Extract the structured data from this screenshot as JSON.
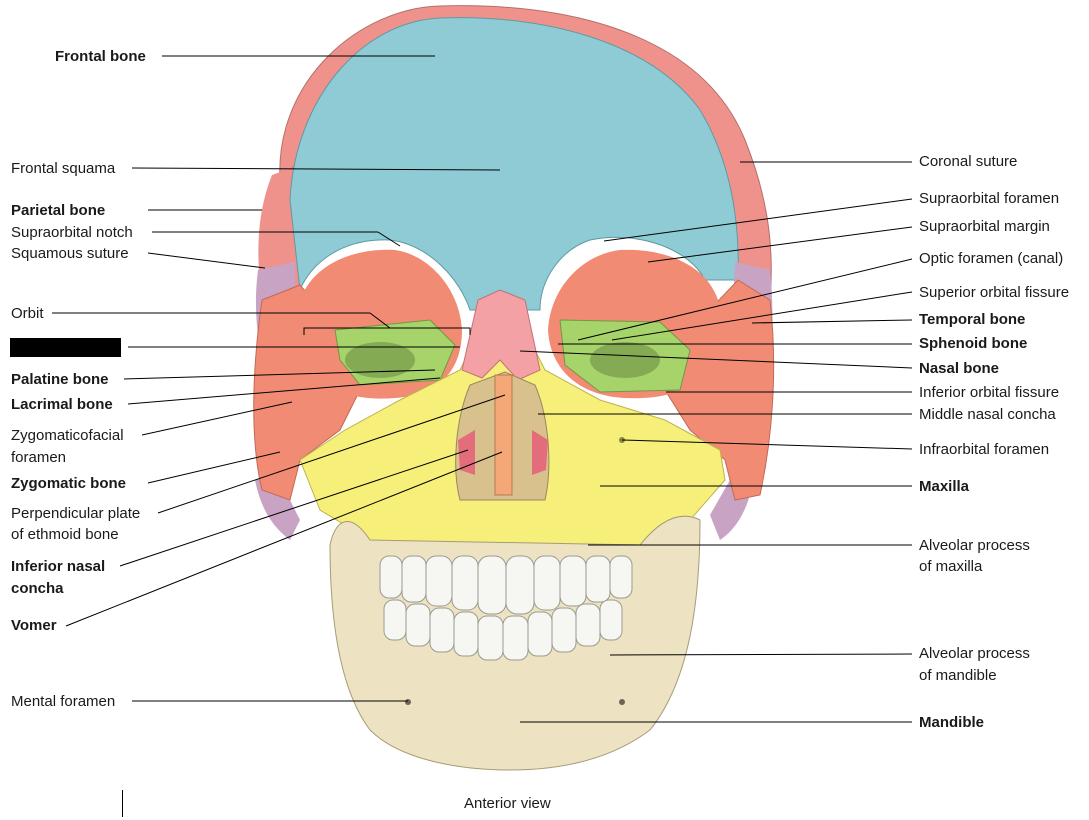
{
  "diagram": {
    "caption": "Anterior view",
    "labels_left": {
      "frontal_bone": "Frontal bone",
      "frontal_squama": "Frontal squama",
      "parietal_bone": "Parietal bone",
      "supraorbital_notch": "Supraorbital notch",
      "squamous_suture": "Squamous suture",
      "orbit": "Orbit",
      "palatine_bone": "Palatine bone",
      "lacrimal_bone": "Lacrimal bone",
      "zygomaticofacial_1": "Zygomaticofacial",
      "zygomaticofacial_2": "foramen",
      "zygomatic_bone": "Zygomatic bone",
      "perpendicular_plate_1": "Perpendicular plate",
      "perpendicular_plate_2": "of ethmoid bone",
      "inferior_nasal_concha_1": "Inferior nasal",
      "inferior_nasal_concha_2": "concha",
      "vomer": "Vomer",
      "mental_foramen": "Mental foramen"
    },
    "labels_right": {
      "coronal_suture": "Coronal suture",
      "supraorbital_foramen": "Supraorbital foramen",
      "supraorbital_margin": "Supraorbital margin",
      "optic_foramen": "Optic foramen (canal)",
      "superior_orbital_fissure": "Superior orbital fissure",
      "temporal_bone": "Temporal bone",
      "sphenoid_bone": "Sphenoid bone",
      "nasal_bone": "Nasal bone",
      "inferior_orbital_fissure": "Inferior orbital fissure",
      "middle_nasal_concha": "Middle nasal concha",
      "infraorbital_foramen": "Infraorbital foramen",
      "maxilla": "Maxilla",
      "alveolar_maxilla_1": "Alveolar process",
      "alveolar_maxilla_2": "of maxilla",
      "alveolar_mandible_1": "Alveolar process",
      "alveolar_mandible_2": "of mandible",
      "mandible": "Mandible"
    },
    "colors": {
      "frontal": "#8fcbd4",
      "parietal": "#f0928c",
      "temporal": "#c9a3c4",
      "sphenoid": "#a7d36b",
      "zygomatic": "#f28b73",
      "maxilla": "#f6ef7a",
      "nasal": "#f4a1a6",
      "mandible": "#ede2c1",
      "teeth": "#f6f6f2",
      "outline": "#6e6e6e"
    }
  }
}
